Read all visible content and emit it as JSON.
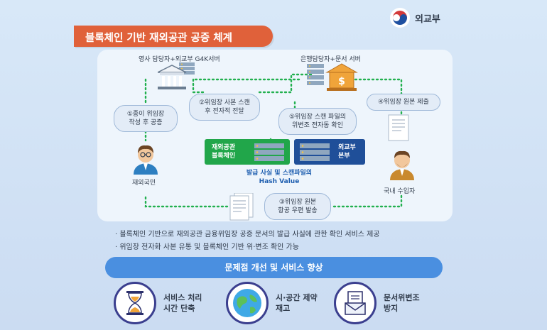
{
  "logo": {
    "org": "외교부"
  },
  "title": "블록체인 기반 재외공관 공증 체계",
  "diagram": {
    "node_consul": "영사 담당자+외교부 G4K서버",
    "node_bank": "은행담당자+문서 서버",
    "node_citizen": "재외국민",
    "node_importer": "국내 수입자",
    "step1": [
      "①종이 위임장",
      "작성 후 공증"
    ],
    "step2": [
      "②위임장 사본 스캔",
      "후 전자적 전달"
    ],
    "step3": [
      "③위임장 원본",
      "항공 우편 발송"
    ],
    "step4": "④위임장 원본 제출",
    "step5": [
      "⑤위임장 스캔 파일의",
      "위변조 전자동 확인"
    ],
    "chain_mission": [
      "재외공관",
      "블록체인"
    ],
    "chain_mofa": [
      "외교부",
      "본부"
    ],
    "hash_caption": [
      "발급 사실 및 스캔파일의",
      "Hash Value"
    ]
  },
  "bullets": [
    "· 블록체인 기반으로 재외공관 금융위임장 공증 문서의 발급 사실에 관한 확인 서비스 제공",
    "· 위임장 전자화 사본 유통 및 블록체인 기반 위·변조 확인 가능"
  ],
  "improvement_bar": "문제점 개선 및 서비스 향상",
  "benefits": [
    {
      "icon": "hourglass-icon",
      "lines": [
        "서비스 처리",
        "시간 단축"
      ]
    },
    {
      "icon": "globe-icon",
      "lines": [
        "시·공간 제약",
        "재고"
      ]
    },
    {
      "icon": "document-mail-icon",
      "lines": [
        "문서위변조",
        "방지"
      ]
    }
  ],
  "colors": {
    "title_banner": "#e0613a",
    "bar": "#4a8fe0",
    "chain_green": "#21a64a",
    "chain_blue": "#1f4f99",
    "connector": "#22b04f"
  }
}
